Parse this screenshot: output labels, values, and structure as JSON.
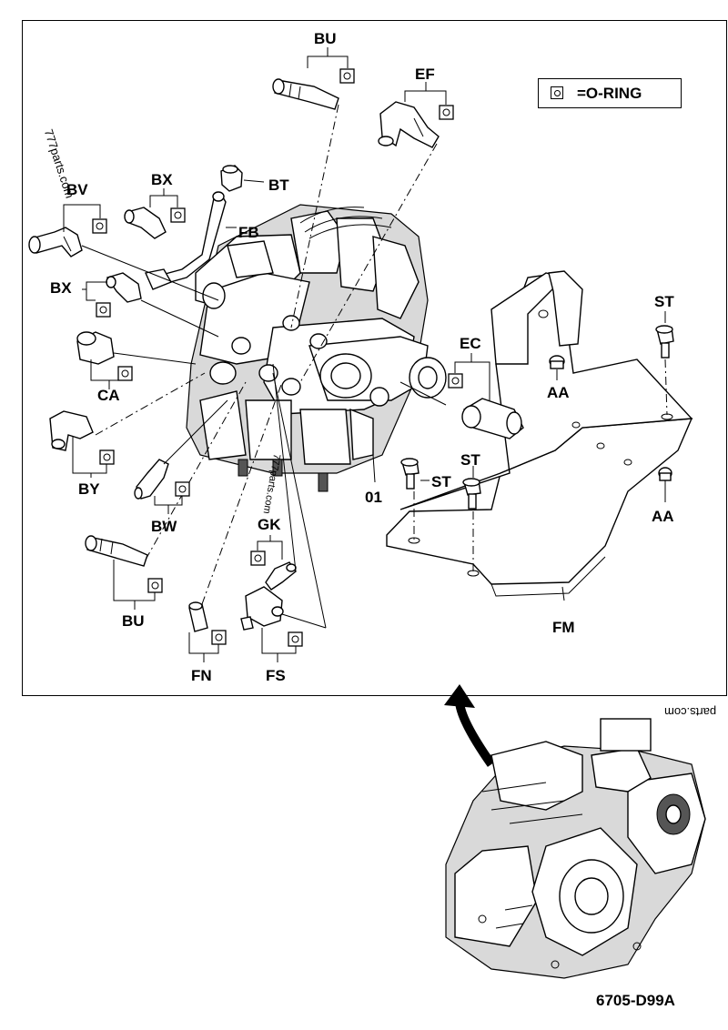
{
  "legend": {
    "text": "=O-RING",
    "icon": "o-ring-symbol"
  },
  "figure_id": "6705-D99A",
  "watermarks": {
    "top_left": "777parts.com",
    "bottom_right": "parts.com",
    "mid": "777parts.com"
  },
  "labels": {
    "BU_top": "BU",
    "EF": "EF",
    "BV": "BV",
    "BX_top": "BX",
    "BT": "BT",
    "FB": "FB",
    "BX_mid": "BX",
    "ST_right": "ST",
    "EC": "EC",
    "CA": "CA",
    "AA_upper": "AA",
    "BY": "BY",
    "ST_mid1": "ST",
    "ST_mid2": "ST",
    "O1": "01",
    "AA_lower": "AA",
    "BW": "BW",
    "GK": "GK",
    "BU_bottom": "BU",
    "FM": "FM",
    "FN": "FN",
    "FS": "FS"
  }
}
